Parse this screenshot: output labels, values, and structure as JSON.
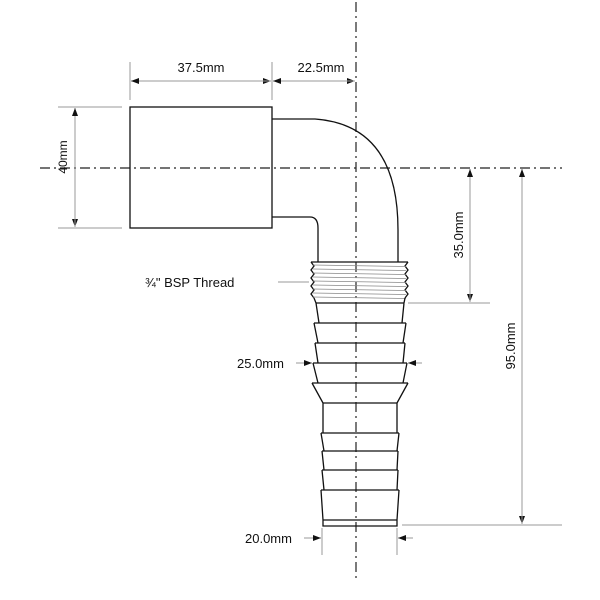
{
  "drawing": {
    "dimensions": {
      "socket_length": "37.5mm",
      "offset": "22.5mm",
      "socket_diameter": "40mm",
      "thread_height": "35.0mm",
      "overall_height": "95.0mm",
      "barb_max_diameter": "25.0mm",
      "barb_min_diameter": "20.0mm"
    },
    "labels": {
      "thread": "¾\" BSP Thread"
    }
  }
}
